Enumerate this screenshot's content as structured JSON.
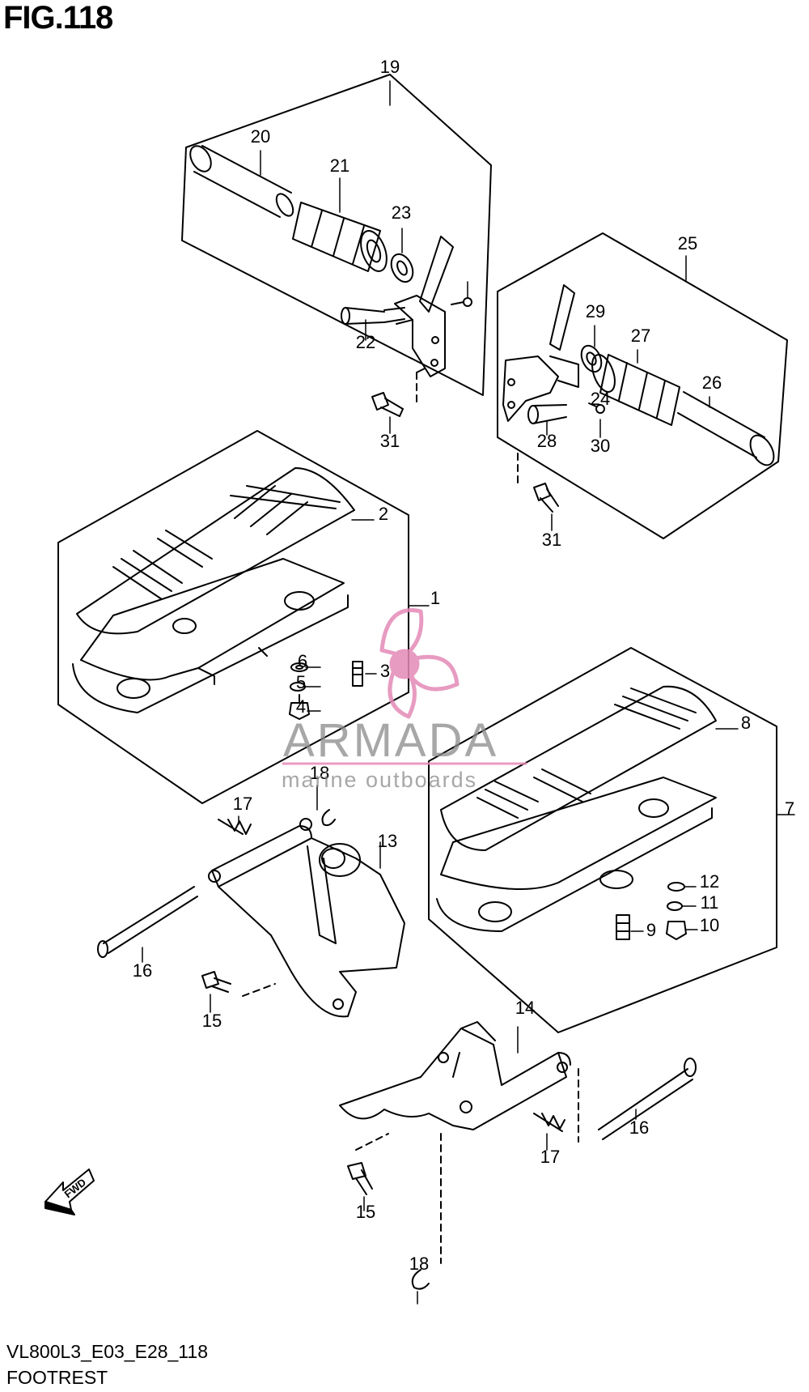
{
  "figure_title": "FIG.118",
  "diagram_code": "VL800L3_E03_E28_118",
  "diagram_name": "FOOTREST",
  "fwd_label": "FWD",
  "watermark": {
    "brand": "ARMADA",
    "tagline": "marine outboards"
  },
  "callouts": [
    "1",
    "2",
    "3",
    "4",
    "5",
    "6",
    "7",
    "8",
    "9",
    "10",
    "11",
    "12",
    "13",
    "14",
    "15",
    "15",
    "16",
    "16",
    "17",
    "17",
    "18",
    "18",
    "19",
    "20",
    "21",
    "22",
    "23",
    "24",
    "25",
    "26",
    "27",
    "28",
    "29",
    "30",
    "31",
    "31"
  ]
}
